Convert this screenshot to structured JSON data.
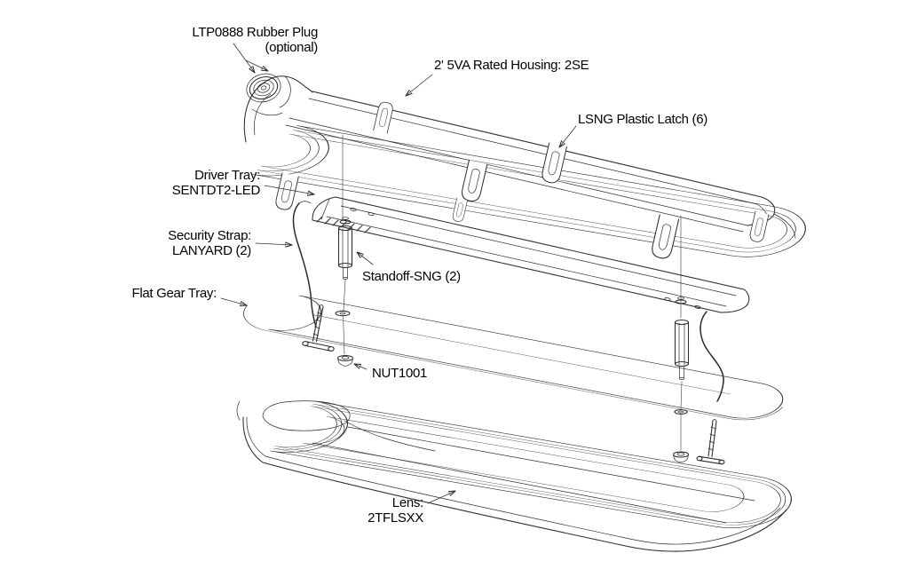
{
  "colors": {
    "background": "#ffffff",
    "line": "#2b2b2b",
    "text": "#000000"
  },
  "labels": {
    "rubber_plug": {
      "line1": "LTP0888 Rubber Plug",
      "line2": "(optional)"
    },
    "housing": {
      "text": "2' 5VA Rated Housing: 2SE"
    },
    "latch": {
      "text": "LSNG Plastic Latch (6)"
    },
    "driver_tray": {
      "line1": "Driver Tray:",
      "line2": "SENTDT2-LED"
    },
    "security_strap": {
      "line1": "Security Strap:",
      "line2": "LANYARD (2)"
    },
    "standoff": {
      "text": "Standoff-SNG (2)"
    },
    "gear_tray": {
      "text": "Flat Gear Tray:"
    },
    "nut": {
      "text": "NUT1001"
    },
    "lens": {
      "line1": "Lens:",
      "line2": "2TFLSXX"
    }
  }
}
